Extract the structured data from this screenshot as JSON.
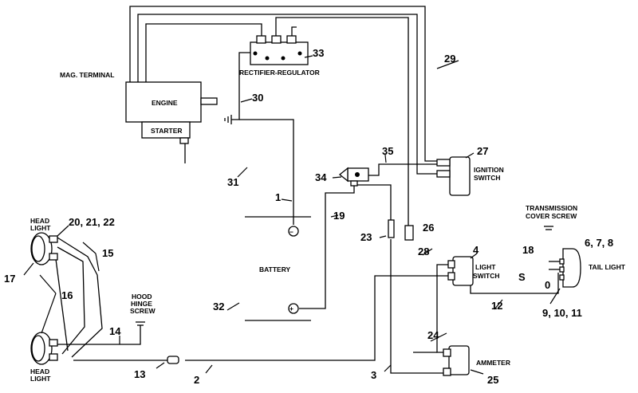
{
  "components": {
    "mag_terminal": "MAG. TERMINAL",
    "engine": "ENGINE",
    "starter": "STARTER",
    "rectifier_regulator": "RECTIFIER-REGULATOR",
    "ignition_switch_line1": "IGNITION",
    "ignition_switch_line2": "SWITCH",
    "battery": "BATTERY",
    "light_switch_line1": "LIGHT",
    "light_switch_line2": "SWITCH",
    "ammeter": "AMMETER",
    "tail_light": "TAIL LIGHT",
    "transmission_line1": "TRANSMISSION",
    "transmission_line2": "COVER SCREW",
    "hood_line1": "HOOD",
    "hood_line2": "HINGE",
    "hood_line3": "SCREW",
    "head_light_top_line1": "HEAD",
    "head_light_top_line2": "LIGHT",
    "head_light_bottom_line1": "HEAD",
    "head_light_bottom_line2": "LIGHT",
    "battery_neg": "−",
    "battery_pos": "+"
  },
  "callouts": {
    "c1": "1",
    "c2": "2",
    "c3": "3",
    "c4": "4",
    "c678": "6, 7, 8",
    "c9_10_11": "9, 10, 11",
    "c12": "12",
    "c13": "13",
    "c14": "14",
    "c15": "15",
    "c16": "16",
    "c17": "17",
    "c18": "18",
    "c19": "19",
    "c20_21_22": "20, 21, 22",
    "c23": "23",
    "c24": "24",
    "c25": "25",
    "c26": "26",
    "c27": "27",
    "c28": "28",
    "c29": "29",
    "c30": "30",
    "c31": "31",
    "c32": "32",
    "c33": "33",
    "c34": "34",
    "c35": "35",
    "s_symbol": "S",
    "zero_symbol": "0"
  }
}
